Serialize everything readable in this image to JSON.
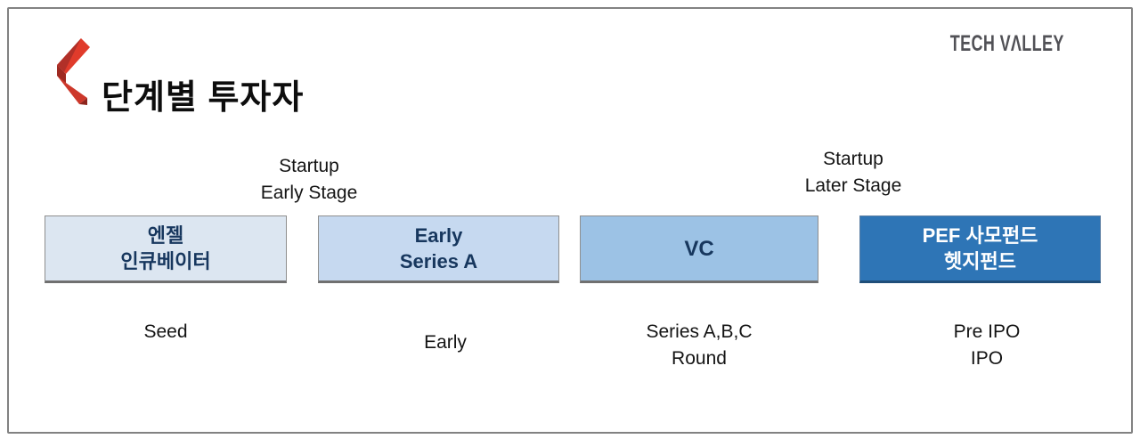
{
  "brand": "TECH VΛLLEY",
  "title": "단계별 투자자",
  "logo_icon": "red-folded-chevron-icon",
  "stage_annotations": [
    {
      "line1": "Startup",
      "line2": "Early Stage"
    },
    {
      "line1": "Startup",
      "line2": "Later Stage"
    }
  ],
  "stages": [
    {
      "box_line1": "엔젤",
      "box_line2": "인큐베이터",
      "bg": "#dce6f1",
      "fg": "#17375e",
      "caption_line1": "Seed",
      "caption_line2": ""
    },
    {
      "box_line1": "Early",
      "box_line2": "Series A",
      "bg": "#c6d9f0",
      "fg": "#17375e",
      "caption_line1": "Early",
      "caption_line2": ""
    },
    {
      "box_line1": "VC",
      "box_line2": "",
      "bg": "#9cc2e5",
      "fg": "#17375e",
      "caption_line1": "Series A,B,C",
      "caption_line2": "Round"
    },
    {
      "box_line1": "PEF 사모펀드",
      "box_line2": "헷지펀드",
      "bg": "#2e75b6",
      "fg": "#ffffff",
      "caption_line1": "Pre IPO",
      "caption_line2": "IPO"
    }
  ],
  "colors": {
    "accent_red": "#df3b2b",
    "brand_gray": "#515156",
    "border_gray": "#828282",
    "navy_text": "#17375e"
  }
}
